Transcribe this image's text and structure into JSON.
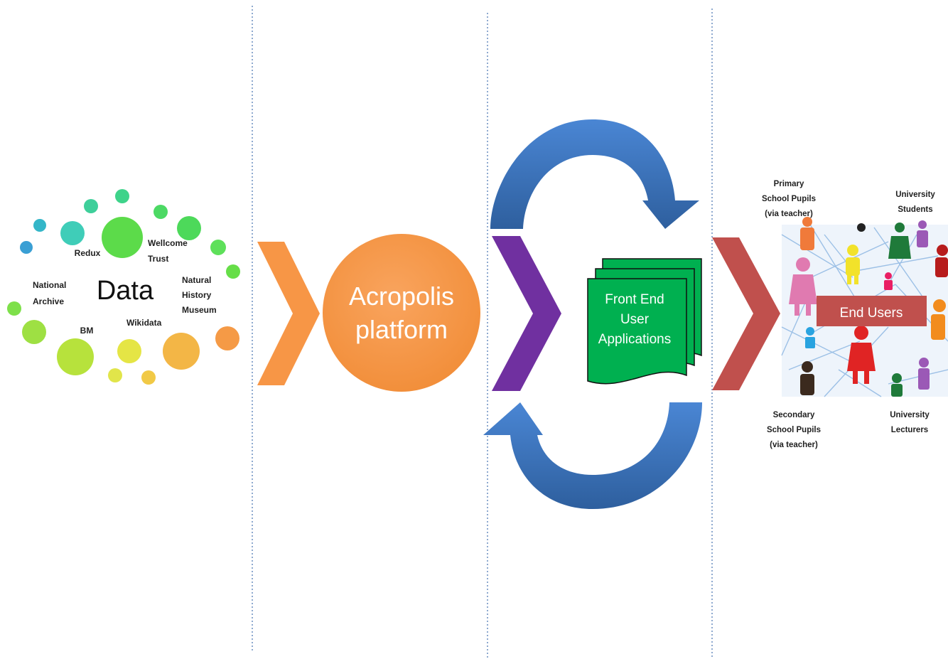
{
  "data_cloud": {
    "title": "Data",
    "sources": {
      "redux": "Redux",
      "wellcome_line1": "Wellcome",
      "wellcome_line2": "Trust",
      "national_line1": "National",
      "national_line2": "Archive",
      "nhm_line1": "Natural",
      "nhm_line2": "History",
      "nhm_line3": "Museum",
      "bm": "BM",
      "wikidata": "Wikidata"
    }
  },
  "platform": {
    "line1": "Acropolis",
    "line2": "platform"
  },
  "apps": {
    "line1": "Front End",
    "line2": "User",
    "line3": "Applications"
  },
  "end_users": {
    "label": "End Users",
    "groups": {
      "primary_line1": "Primary",
      "primary_line2": "School Pupils",
      "primary_line3": "(via teacher)",
      "univ_students_line1": "University",
      "univ_students_line2": "Students",
      "secondary_line1": "Secondary",
      "secondary_line2": "School Pupils",
      "secondary_line3": "(via teacher)",
      "univ_lecturers_line1": "University",
      "univ_lecturers_line2": "Lecturers"
    }
  },
  "colors": {
    "orange": "#f79646",
    "purple": "#7030a0",
    "red": "#c0504d",
    "blue": "#3a70b7",
    "green": "#00b050",
    "divider": "#8ea9cf"
  }
}
